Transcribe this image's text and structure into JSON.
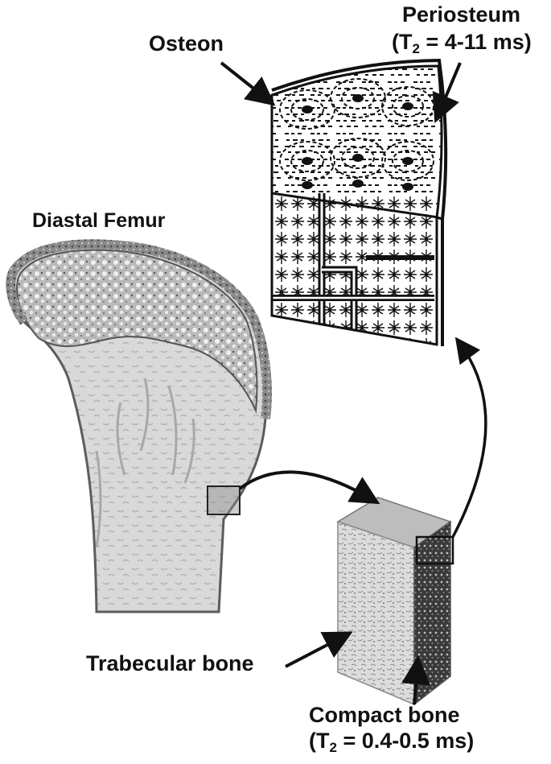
{
  "labels": {
    "femur_title": "Diastal Femur",
    "osteon": "Osteon",
    "periosteum": "Periosteum",
    "periosteum_t2": {
      "prefix": "(T",
      "sub": "2",
      "suffix": " = 4-11 ms)"
    },
    "trabecular": "Trabecular bone",
    "compact": "Compact bone",
    "compact_t2": {
      "prefix": "(T",
      "sub": "2",
      "suffix": " = 0.4-0.5 ms)"
    }
  },
  "colors": {
    "ink": "#111111",
    "bone_light": "#e2e2e2",
    "bone_dark": "#6a6a6a",
    "background": "#ffffff"
  }
}
